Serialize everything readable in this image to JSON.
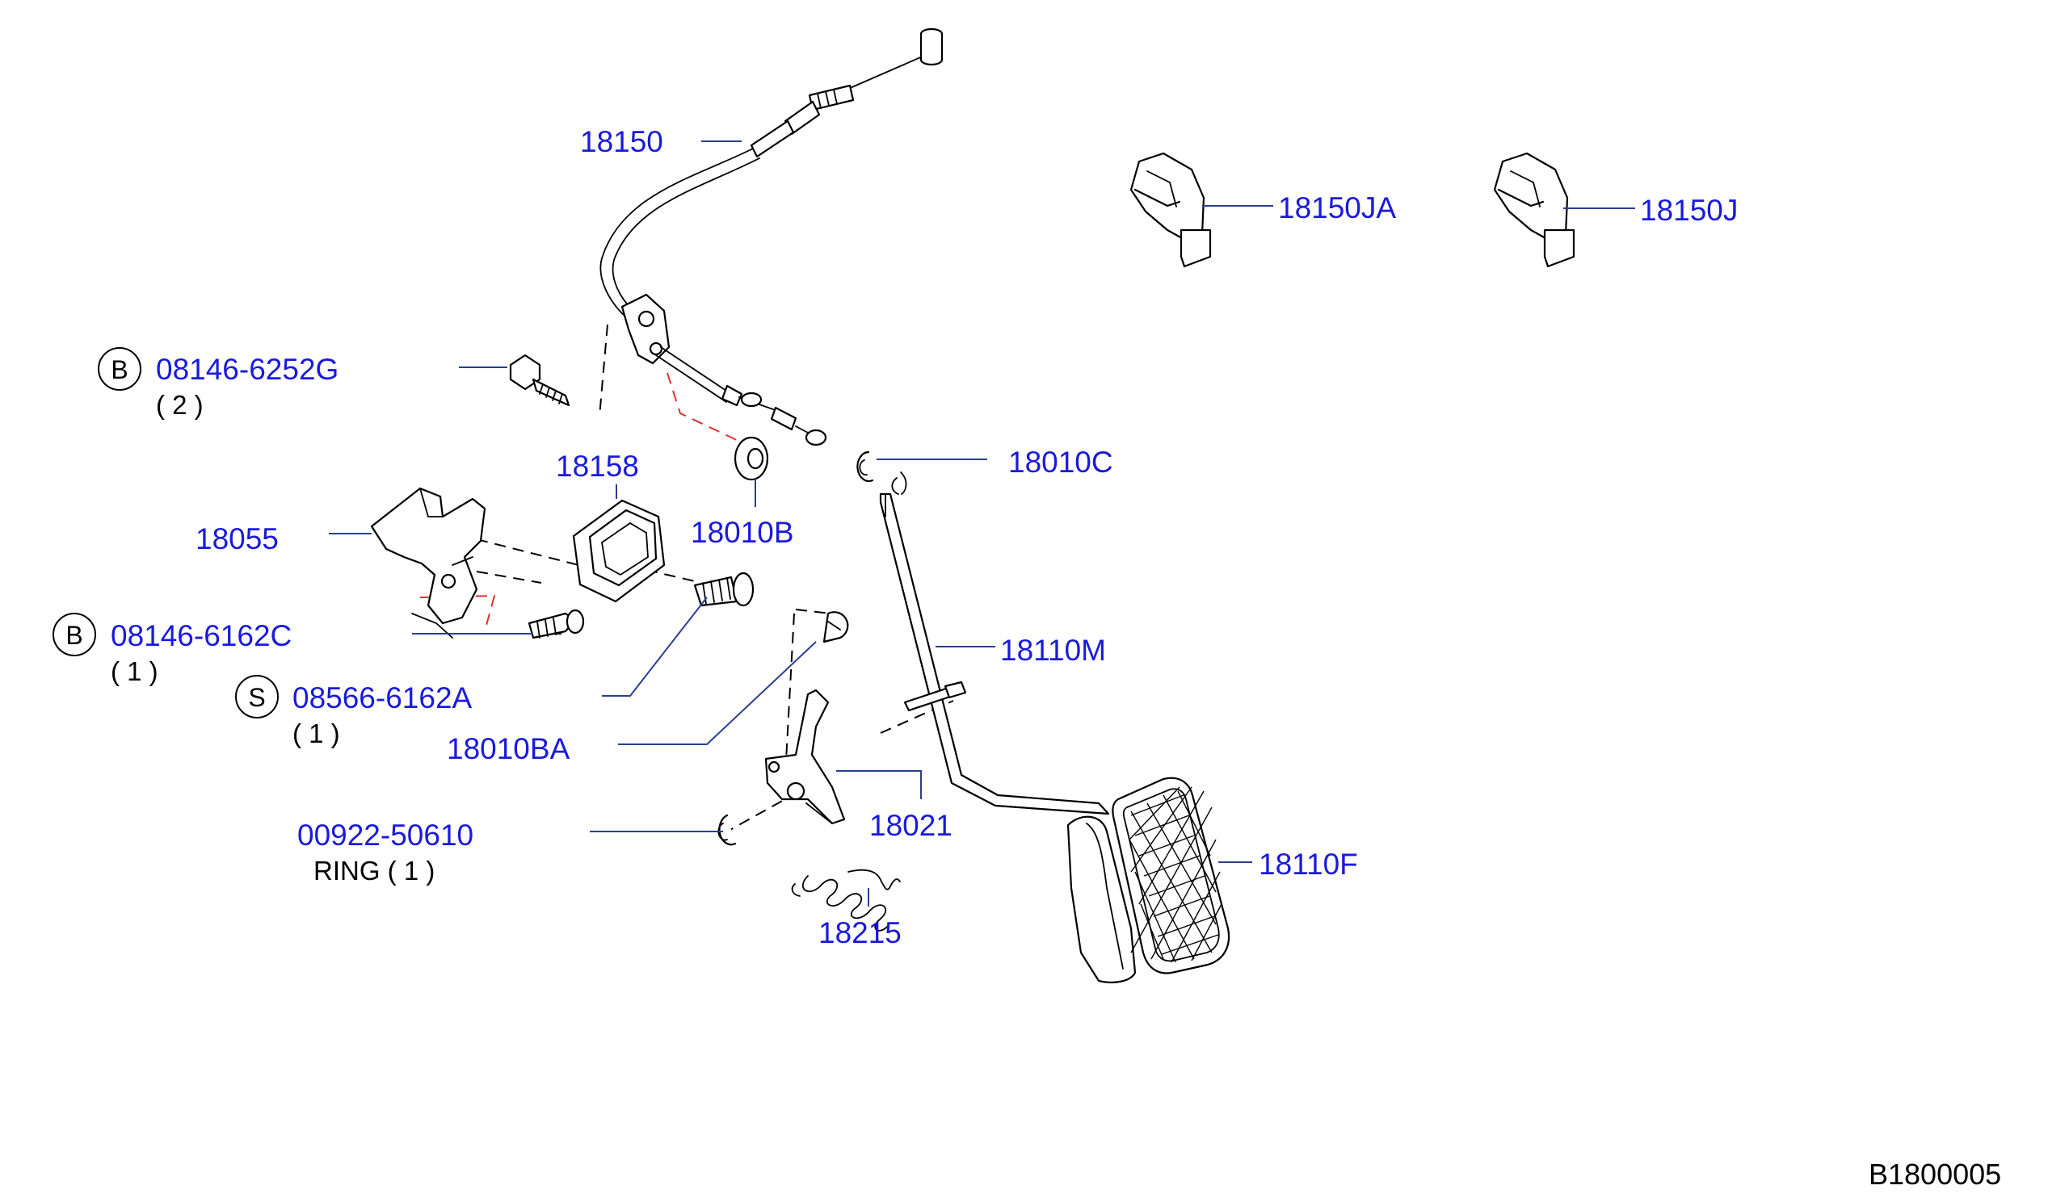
{
  "colors": {
    "label_blue": "#1a1adc",
    "leader_blue": "#2a3f8f",
    "line_black": "#000000",
    "assembly_dash_red": "#e03030",
    "background": "#ffffff"
  },
  "callouts": {
    "c18150": {
      "part_no": "18150"
    },
    "c18150JA": {
      "part_no": "18150JA"
    },
    "c18150J": {
      "part_no": "18150J"
    },
    "c08146_6252G": {
      "marker": "B",
      "part_no": "08146-6252G",
      "qty": "( 2 )"
    },
    "c18158": {
      "part_no": "18158"
    },
    "c18010C": {
      "part_no": "18010C"
    },
    "c18055": {
      "part_no": "18055"
    },
    "c18010B": {
      "part_no": "18010B"
    },
    "c0814x_6162C": {
      "marker": "B",
      "part_no": "08146-6162C",
      "qty": "( 1 )"
    },
    "c18110M": {
      "part_no": "18110M"
    },
    "c08566_6162A": {
      "marker": "S",
      "part_no": "08566-6162A",
      "qty": "( 1 )"
    },
    "c18010BA": {
      "part_no": "18010BA"
    },
    "c18021": {
      "part_no": "18021"
    },
    "c00922_50610": {
      "part_no": "00922-50610",
      "qty": "RING ( 1 )"
    },
    "c18110F": {
      "part_no": "18110F"
    },
    "c18215": {
      "part_no": "18215"
    }
  },
  "diagram_id": "B1800005"
}
